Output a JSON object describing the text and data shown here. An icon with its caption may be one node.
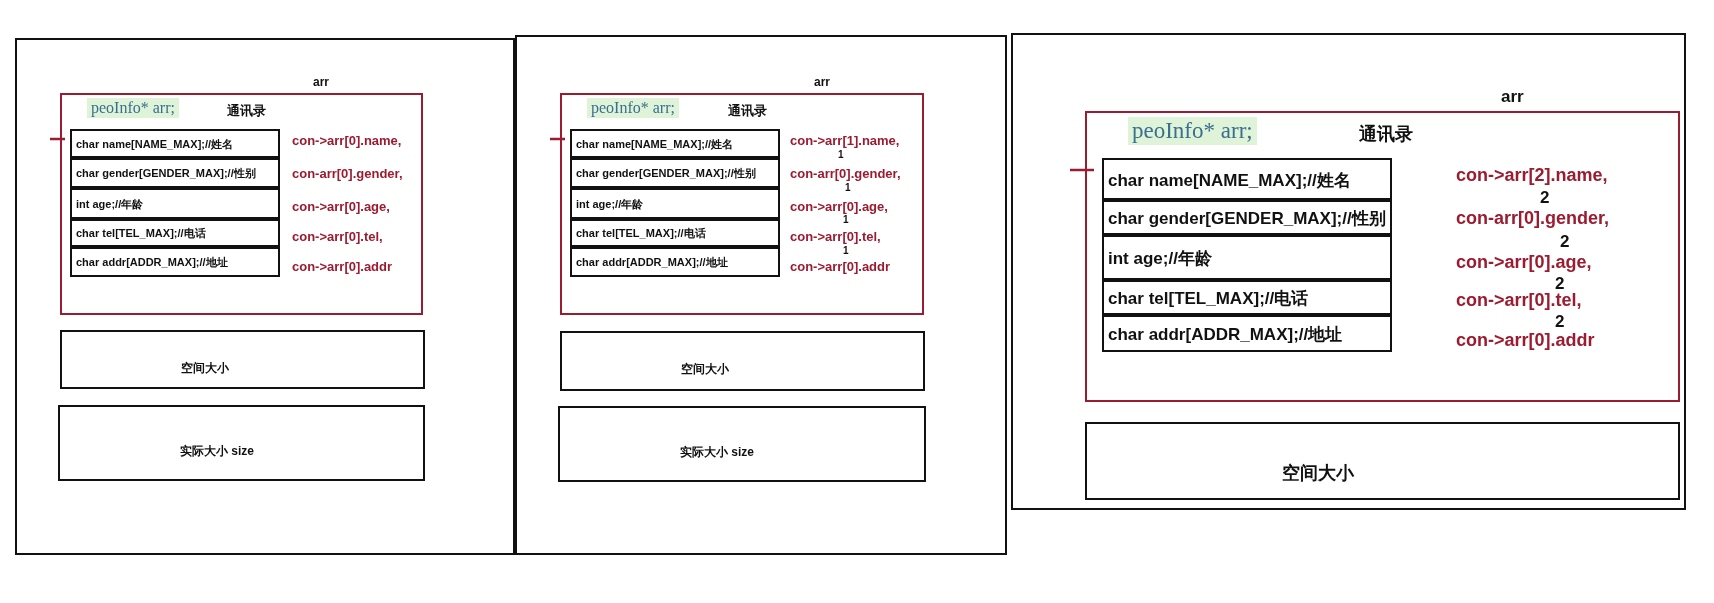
{
  "diagram": {
    "nodes": [
      {
        "text": [],
        "shape": "box"
      },
      {
        "text": [
          "peoInfo* arr;",
          "通讯录"
        ],
        "beside": [
          "arr"
        ],
        "in": 0
      },
      {
        "text": [
          "char name[NAME_MAX];//姓名"
        ],
        "in": 1
      },
      {
        "text": [
          "char gender[GENDER_MAX];//性别"
        ],
        "in": 1
      },
      {
        "text": [
          "int age;//年龄"
        ],
        "in": 1
      },
      {
        "text": [
          "char tel[TEL_MAX];//电话"
        ],
        "in": 1
      },
      {
        "text": [
          "char addr[ADDR_MAX];//地址"
        ],
        "in": 1
      },
      {
        "text": [
          "空间大小"
        ],
        "in": 0
      },
      {
        "text": [
          "实际大小 size"
        ],
        "in": 0
      },
      {
        "text": [],
        "shape": "box"
      },
      {
        "text": [
          "peoInfo* arr;",
          "通讯录"
        ],
        "beside": [
          "arr"
        ],
        "in": 9
      },
      {
        "text": [
          "char name[NAME_MAX];//姓名"
        ],
        "in": 10
      },
      {
        "text": [
          "char gender[GENDER_MAX];//性别"
        ],
        "in": 10
      },
      {
        "text": [
          "int age;//年龄"
        ],
        "in": 10
      },
      {
        "text": [
          "char tel[TEL_MAX];//电话"
        ],
        "in": 10
      },
      {
        "text": [
          "char addr[ADDR_MAX];//地址"
        ],
        "in": 10
      },
      {
        "text": [
          "空间大小"
        ],
        "in": 9
      },
      {
        "text": [
          "实际大小 size"
        ],
        "in": 9
      },
      {
        "text": [],
        "shape": "box"
      },
      {
        "text": [
          "peoInfo* arr;",
          "通讯录"
        ],
        "beside": [
          "arr"
        ],
        "in": 18
      },
      {
        "text": [
          "char name[NAME_MAX];//姓名"
        ],
        "in": 19
      },
      {
        "text": [
          "char gender[GENDER_MAX];//性别"
        ],
        "in": 19
      },
      {
        "text": [
          "int age;//年龄"
        ],
        "in": 19
      },
      {
        "text": [
          "char tel[TEL_MAX];//电话"
        ],
        "in": 19
      },
      {
        "text": [
          "char addr[ADDR_MAX];//地址"
        ],
        "in": 19
      },
      {
        "text": [
          "空间大小"
        ],
        "in": 18
      }
    ],
    "labels": [
      "con->arr[0].name,",
      "con-arr[0].gender,",
      "con->arr[0].age,",
      "con->arr[0].tel,",
      "con->arr[0].addr",
      "con->arr[1].name,",
      "1",
      "con-arr[0].gender,",
      "1",
      "con->arr[0].age,",
      "1",
      "con->arr[0].tel,",
      "1",
      "con->arr[0].addr",
      "con->arr[2].name,",
      "2",
      "con-arr[0].gender,",
      "2",
      "con->arr[0].age,",
      "2",
      "con->arr[0].tel,",
      "2",
      "con->arr[0].addr"
    ]
  }
}
